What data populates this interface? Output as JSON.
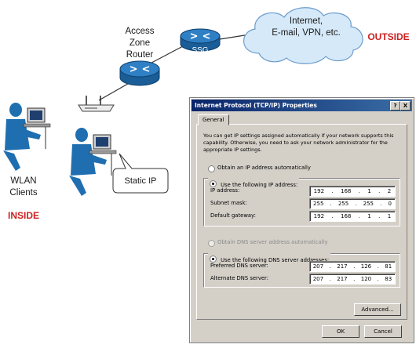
{
  "labels": {
    "access_zone_router": [
      "Access",
      "Zone",
      "Router"
    ],
    "ssg": "SSG",
    "cloud": [
      "Internet,",
      "E-mail, VPN, etc."
    ],
    "outside": "OUTSIDE",
    "wlan_clients": [
      "WLAN",
      "Clients"
    ],
    "inside": "INSIDE",
    "static_ip": "Static IP"
  },
  "colors": {
    "accent_red": "#cc2222",
    "router_blue": "#1f6fb0",
    "cloud_fill": "#d6e9f8",
    "title_blue": "#0a246a"
  },
  "dialog": {
    "title": "Internet Protocol (TCP/IP) Properties",
    "help_btn": "?",
    "close_btn": "X",
    "tab": "General",
    "description": "You can get IP settings assigned automatically if your network supports this capability. Otherwise, you need to ask your network administrator for the appropriate IP settings.",
    "obtain_ip_auto": "Obtain an IP address automatically",
    "use_following_ip": "Use the following IP address:",
    "ip_address_label": "IP address:",
    "ip_address": [
      "192",
      "168",
      "1",
      "2"
    ],
    "subnet_mask_label": "Subnet mask:",
    "subnet_mask": [
      "255",
      "255",
      "255",
      "0"
    ],
    "default_gateway_label": "Default gateway:",
    "default_gateway": [
      "192",
      "168",
      "1",
      "1"
    ],
    "obtain_dns_auto": "Obtain DNS server address automatically",
    "use_following_dns": "Use the following DNS server addresses:",
    "preferred_dns_label": "Preferred DNS server:",
    "preferred_dns": [
      "207",
      "217",
      "126",
      "81"
    ],
    "alternate_dns_label": "Alternate DNS server:",
    "alternate_dns": [
      "207",
      "217",
      "120",
      "83"
    ],
    "advanced_btn": "Advanced...",
    "ok_btn": "OK",
    "cancel_btn": "Cancel"
  }
}
